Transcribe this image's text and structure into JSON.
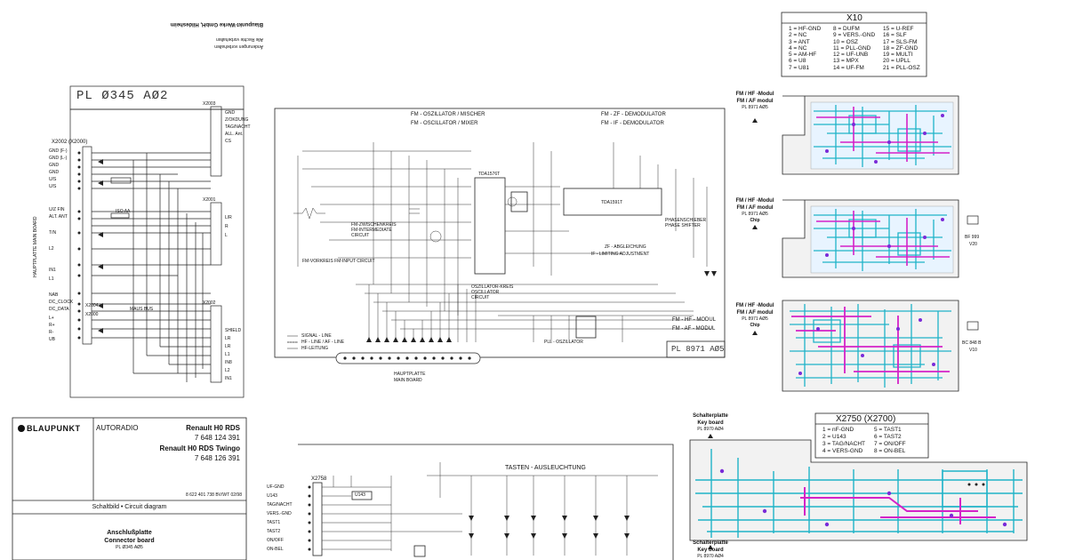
{
  "manufacturer_note": {
    "line1": "Blaupunkt-Werke GmbH, Hildesheim",
    "line2": "Alle Rechte vorbehalten",
    "line3": "Änderungen vorbehalten"
  },
  "board_a": {
    "id": "PL Ø345 AØ2",
    "connector": "X2002 (X2000)",
    "side_label": "HAUPTPLATTE MAIN BOARD",
    "pins_left": [
      "GND (F-)",
      "GND (L-)",
      "GND",
      "GND",
      "U/S",
      "U/S",
      "U/Z FIN",
      "ALT. ANT",
      "T/N",
      "L2",
      "IN1",
      "L1",
      "NAB",
      "DC_CLOCK",
      "DC_DATA",
      "L+",
      "R+",
      "R-",
      "UB"
    ],
    "labels": [
      "X2003",
      "X2001",
      "X2002",
      "MAUS BUS",
      "ISO AA",
      "X2004",
      "X2000"
    ],
    "x2003_pins": [
      "GND",
      "Z/OKDUNG",
      "TAG/NACHT",
      "ALL. Ant.",
      "CS"
    ],
    "x2001_pins": [
      "L/R",
      "R",
      "L"
    ],
    "x2002_pins": [
      "SHIELD",
      "LR",
      "LR",
      "L1",
      "IN8",
      "L2",
      "IN1"
    ]
  },
  "fm_module": {
    "title_left_1": "FM - OSZILLATOR / MISCHER",
    "title_left_2": "FM - OSCILLATOR / MIXER",
    "title_right_1": "FM - ZF - DEMODULATOR",
    "title_right_2": "FM - IF - DEMODULATOR",
    "ic1": "TDA1576T",
    "ic2": "TDA1591T",
    "oscillator_block": "OSZILLATOR-KREIS OSCILLATOR CIRCUIT",
    "input_block": "FM-VORKREIS FM-INPUT CIRCUIT",
    "input_block2": "FM-ZWISCHENKREIS FM-INTERMEDIATE CIRCUIT",
    "phase_block": "PHASENSCHIEBER PHASE SHIFTER",
    "if_adjust_1": "ZF - ABGLEICHUNG",
    "if_adjust_2": "IF - LIMITING ADJUSTMENT",
    "pll_block": "PLL - OSZILLATOR",
    "legend_1": "SIGNAL - LINE",
    "legend_2": "HF - LINE / AF - LINE",
    "legend_3": "HF-LEITUNG",
    "module_name_1": "FM - HF - MODUL",
    "module_name_2": "FM - AF - MODUL",
    "board_id": "PL 8971 AØ5",
    "connector_1": "HAUPTPLATTE",
    "connector_2": "MAIN BOARD"
  },
  "x10_table": {
    "title": "X10",
    "rows": [
      [
        "1 = HF-GND",
        "8 = DUFM",
        "15 = U-REF"
      ],
      [
        "2 = NC",
        "9 = VERS.-GND",
        "16 = SLF"
      ],
      [
        "3 = ANT",
        "10 = OSZ",
        "17 = SLS-FM"
      ],
      [
        "4 = NC",
        "11 = PLL-GND",
        "18 = ZF-GND"
      ],
      [
        "5 = AM-HF",
        "12 = UF-UNB",
        "19 = MULTI"
      ],
      [
        "6 = U8",
        "13 = MPX",
        "20 = UPLL"
      ],
      [
        "7 = U81",
        "14 = UF-FM",
        "21 = PLL-OSZ"
      ]
    ]
  },
  "pcb_modules": [
    {
      "name_1": "FM / HF -Modul",
      "name_2": "FM / AF modul",
      "board": "PL 8971 AØ5",
      "chip": ""
    },
    {
      "name_1": "FM / HF -Modul",
      "name_2": "FM / AF modul",
      "board": "PL 8971 AØ5",
      "chip": "Chip"
    },
    {
      "name_1": "FM / HF -Modul",
      "name_2": "FM / AF modul",
      "board": "PL 8971 AØ5",
      "chip": "Chip"
    }
  ],
  "components": {
    "bf_label": "BF 999",
    "bf_ref": "V20",
    "bc_label": "BC 848 B",
    "bc_ref": "V10"
  },
  "title_block": {
    "brand": "BLAUPUNKT",
    "product_type": "AUTORADIO",
    "model_1": "Renault H0 RDS",
    "number_1": "7 648 124 391",
    "model_2": "Renault H0 RDS Twingo",
    "number_2": "7 648 126 391",
    "doc_number": "8 622 401 738 BV/WT 02/98",
    "diagram_title": "Schaltbild • Circuit diagram",
    "connector_board_1": "Anschlußplatte",
    "connector_board_2": "Connector board",
    "connector_board_id": "PL Ø345 AØ5"
  },
  "keyboard_schematic": {
    "connector": "X2758",
    "title": "TASTEN - AUSLEUCHTUNG",
    "pins": [
      "UF-GND",
      "U143",
      "TAG/NACHT",
      "VERS.-GND",
      "TAST1",
      "TAST2",
      "ON/OFF",
      "ON-BEL"
    ],
    "ic": "U143"
  },
  "x2750_table": {
    "title": "X2750 (X2700)",
    "rows": [
      [
        "1 = nF-GND",
        "5 = TAST1"
      ],
      [
        "2 = U143",
        "6 = TAST2"
      ],
      [
        "3 = TAG/NACHT",
        "7 = ON/OFF"
      ],
      [
        "4 = VERS-GND",
        "8 = ON-BEL"
      ]
    ]
  },
  "keyboard_pcb": {
    "name_1": "Schalterplatte",
    "name_2": "Key board",
    "board": "PL 8970 AØ4",
    "name_3": "Schalterplatte",
    "name_4": "Key board",
    "board_2": "PL 8970 AØ4"
  }
}
